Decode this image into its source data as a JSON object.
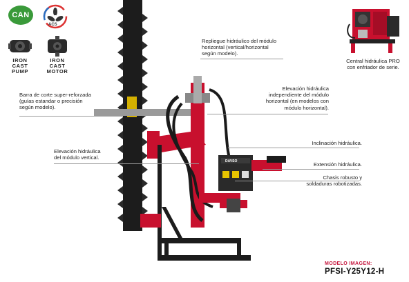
{
  "badges": {
    "can": "CAN",
    "acs": "ACS",
    "pump": [
      "IRON",
      "CAST",
      "PUMP"
    ],
    "motor": [
      "IRON",
      "CAST",
      "MOTOR"
    ]
  },
  "notes": {
    "repliegue": [
      "Repliegue hidráulico del módulo",
      "horizontal (vertical/horizontal",
      "según modelo)."
    ],
    "central": [
      "Central hidráulica PRO",
      "con enfriador de serie."
    ],
    "barra": [
      "Barra de corte super-reforzada",
      "(guías estandar o precisión",
      "según modelo)."
    ],
    "elevacion_indep": [
      "Elevación hidráulica",
      "independiente del módulo",
      "horizontal (en modelos con",
      "módulo horizontal)."
    ],
    "inclinacion": [
      "Inclinación hidráulica."
    ],
    "elevacion_vert": [
      "Elevación hidráulica",
      "del módulo vertical."
    ],
    "extension": [
      "Extensión hidráulica."
    ],
    "chasis": [
      "Chasis robusto y",
      "soldaduras robotizadas."
    ]
  },
  "machine_brand": "DAVSO",
  "model": {
    "label": "MODELO IMAGEN:",
    "value": "PFSI-Y25Y12-H"
  },
  "colors": {
    "frame_red": "#c8102e",
    "can_green": "#3a9a3a",
    "model_red": "#c4123a"
  }
}
